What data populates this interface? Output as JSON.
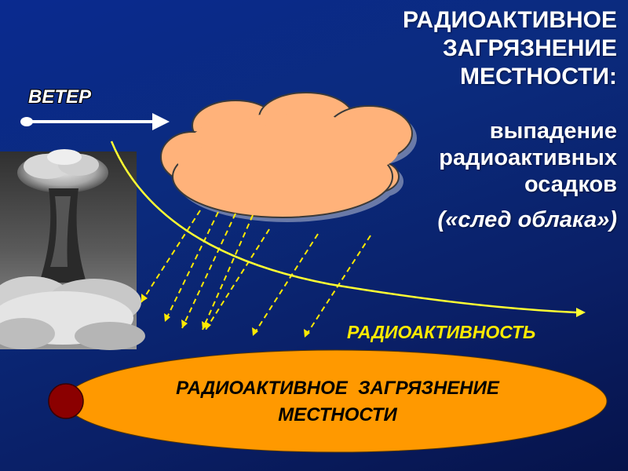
{
  "title": {
    "line1": "РАДИОАКТИВНОЕ",
    "line2": "ЗАГРЯЗНЕНИЕ",
    "line3": "МЕСТНОСТИ:"
  },
  "subtitle": {
    "line1": "выпадение",
    "line2": "радиоактивных",
    "line3": "осадков",
    "line4": "(«след облака»)"
  },
  "wind_label": "ВЕТЕР",
  "radioactivity_label": "РАДИОАКТИВНОСТЬ",
  "ground": {
    "line1": "РАДИОАКТИВНОЕ  ЗАГРЯЗНЕНИЕ",
    "line2": "МЕСТНОСТИ"
  },
  "colors": {
    "background": "#0a2a8f",
    "cloud": "#ffb27a",
    "ground_ellipse": "#ff9900",
    "fallout_lines": "#ffea00",
    "radioactivity_curve": "#ffff33",
    "marker_circle": "#8b0000",
    "text": "#ffffff"
  },
  "icons": {
    "photo": "nuclear-explosion-mushroom-cloud-photo",
    "cloud": "cloud-shape",
    "wind_arrow": "right-arrow"
  }
}
